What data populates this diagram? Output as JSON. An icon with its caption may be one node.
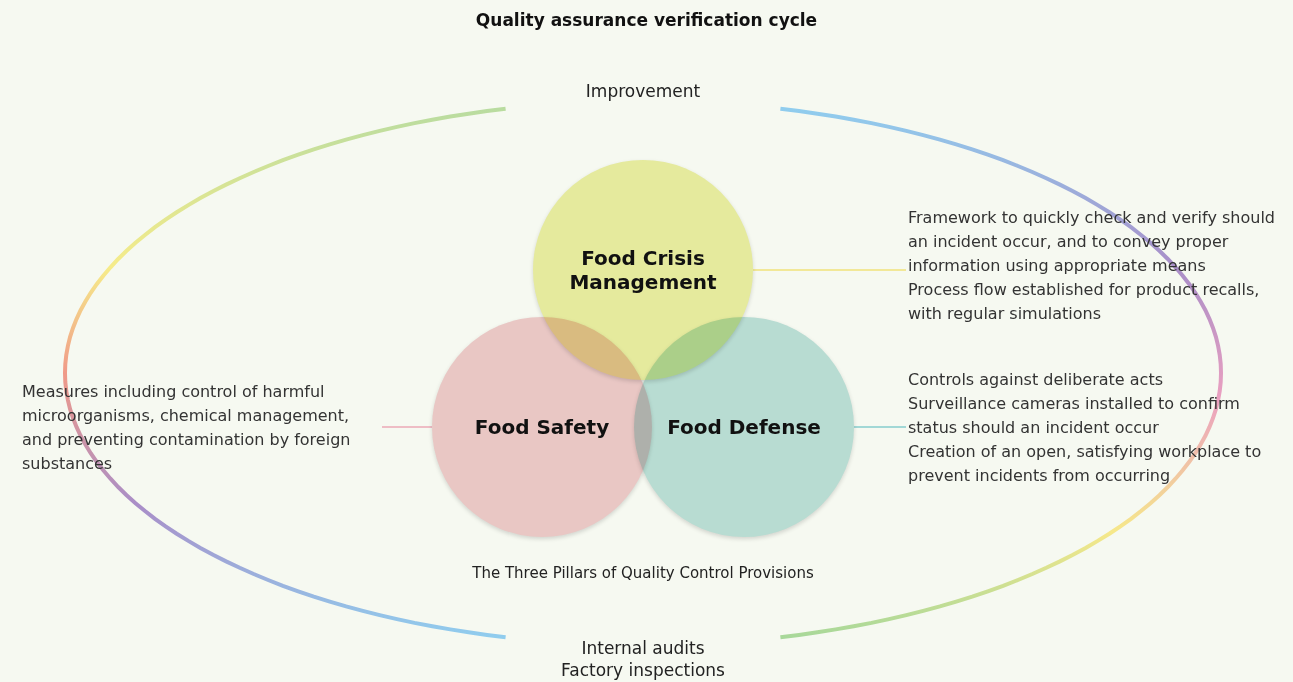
{
  "diagram": {
    "title": "Quality assurance verification cycle",
    "nodes": [
      {
        "text": [
          "Food Crisis Management"
        ]
      },
      {
        "text": [
          "Framework to quickly check and verify should an incident occur, and to convey proper information using appropriate means",
          "Process flow established for product recalls, with regular simulations"
        ]
      },
      {
        "text": [
          "Measures including control of harmful microorganisms, chemical management, and preventing contamination by foreign substances"
        ]
      },
      {
        "text": [
          "Food Safety"
        ]
      },
      {
        "text": [
          "Food Defense"
        ]
      },
      {
        "text": [
          "Controls against deliberate acts",
          "Surveillance cameras installed to confirm status should an incident occur",
          "Creation of an open, satisfying workplace to prevent incidents from occurring"
        ]
      }
    ],
    "edges": [
      {
        "from": 0,
        "to": 1,
        "arrow": "none",
        "color": "#f0e27a"
      },
      {
        "from": 2,
        "to": 3,
        "arrow": "none",
        "color": "#eba9b6"
      },
      {
        "from": 4,
        "to": 5,
        "arrow": "none",
        "color": "#86cccc"
      }
    ],
    "labels": [
      "Improvement",
      "The Three Pillars of Quality Control Provisions",
      "Internal audits",
      "Factory inspections"
    ]
  }
}
